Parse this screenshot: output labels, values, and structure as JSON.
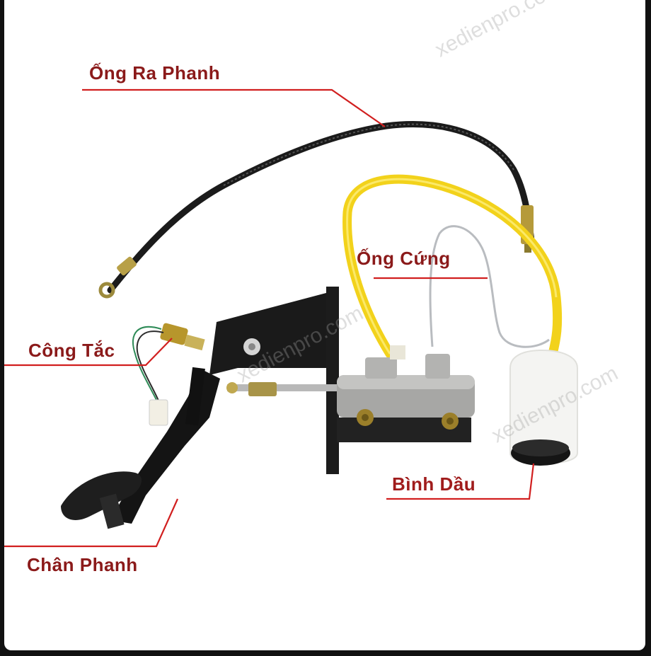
{
  "labels": {
    "ong_ra_phanh": "Ống Ra Phanh",
    "ong_cung": "Ống Cứng",
    "cong_tac": "Công Tắc",
    "binh_dau": "Bình Dầu",
    "chan_phanh": "Chân Phanh"
  },
  "watermark": "xedienpro.com",
  "colors": {
    "label_text": "#8b1a1a",
    "leader_line": "#d11f1f",
    "yellow_hose": "#f2d21b",
    "black_hose": "#1b1b1b",
    "background": "#ffffff"
  }
}
